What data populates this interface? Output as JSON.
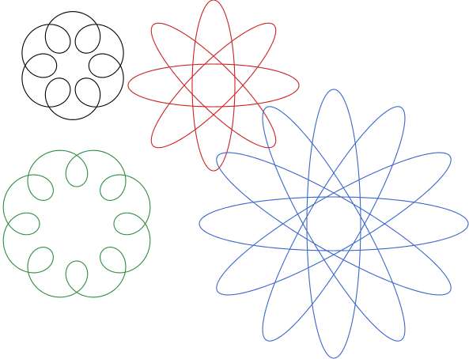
{
  "colors": {
    "background": "#ffffff"
  },
  "curves": [
    {
      "name": "black-loop-curve",
      "kind": "epitrochoid-loops",
      "lobes": 6,
      "color": "#000000"
    },
    {
      "name": "red-rose-curve",
      "kind": "ellipse-rosette",
      "lobes": 4,
      "color": "#cc2222"
    },
    {
      "name": "green-loop-curve",
      "kind": "epitrochoid-loops",
      "lobes": 8,
      "color": "#2e8b40"
    },
    {
      "name": "blue-rose-curve",
      "kind": "ellipse-rosette",
      "lobes": 6,
      "color": "#3a66cc"
    }
  ]
}
